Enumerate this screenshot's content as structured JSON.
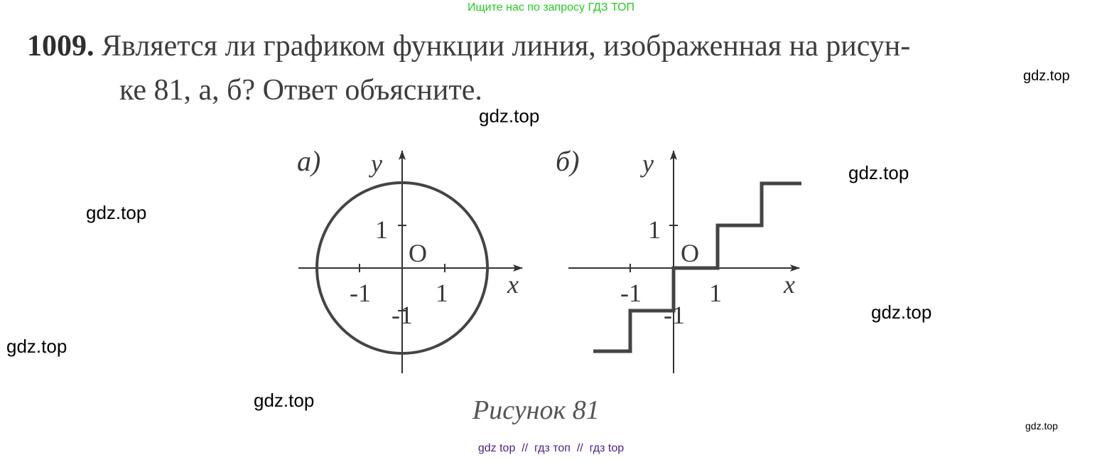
{
  "banner": "Ищите нас по запросу ГДЗ ТОП",
  "problem": {
    "number": "1009.",
    "line1": "Является ли графиком функции линия, изображенная на рисун-",
    "line2": "ке 81, а, б? Ответ объясните."
  },
  "figure": {
    "caption": "Рисунок 81",
    "panel_a": {
      "label": "а)",
      "x_label": "x",
      "y_label": "y",
      "origin": "O",
      "tick_pos": "1",
      "tick_neg": "-1",
      "shape": "circle",
      "radius": 2
    },
    "panel_b": {
      "label": "б)",
      "x_label": "x",
      "y_label": "y",
      "origin": "O",
      "tick_pos": "1",
      "tick_neg": "-1",
      "shape": "step"
    }
  },
  "watermarks": [
    "gdz.top",
    "gdz.top",
    "gdz.top",
    "gdz.top",
    "gdz.top",
    "gdz.top",
    "gdz.top",
    "gdz.top"
  ],
  "footer": {
    "link1": "gdz top",
    "sep": "//",
    "link2": "гдз топ",
    "link3": "гдз top"
  }
}
